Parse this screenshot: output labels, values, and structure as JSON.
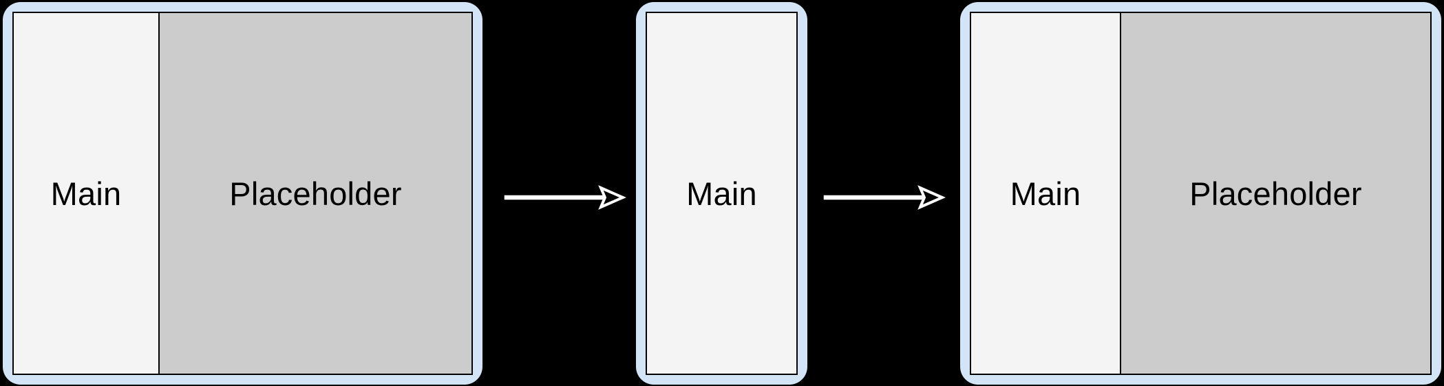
{
  "diagram": {
    "title": "Main / Placeholder layout transition",
    "background_color": "#000000",
    "frame_color": "#d4e4f7",
    "main_color": "#f4f4f4",
    "placeholder_color": "#cccccc",
    "border_color": "#000000",
    "text_color": "#000000",
    "arrow_color": "#ffffff"
  },
  "windows": [
    {
      "id": "window-1",
      "name": "window-split-before",
      "regions": [
        {
          "name": "main",
          "label": "Main"
        },
        {
          "name": "placeholder",
          "label": "Placeholder"
        }
      ]
    },
    {
      "id": "window-2",
      "name": "window-main-only",
      "regions": [
        {
          "name": "main",
          "label": "Main"
        }
      ]
    },
    {
      "id": "window-3",
      "name": "window-split-after",
      "regions": [
        {
          "name": "main",
          "label": "Main"
        },
        {
          "name": "placeholder",
          "label": "Placeholder"
        }
      ]
    }
  ],
  "arrows": [
    {
      "id": "arrow-1",
      "name": "transition-arrow-1",
      "direction": "right"
    },
    {
      "id": "arrow-2",
      "name": "transition-arrow-2",
      "direction": "right"
    }
  ]
}
